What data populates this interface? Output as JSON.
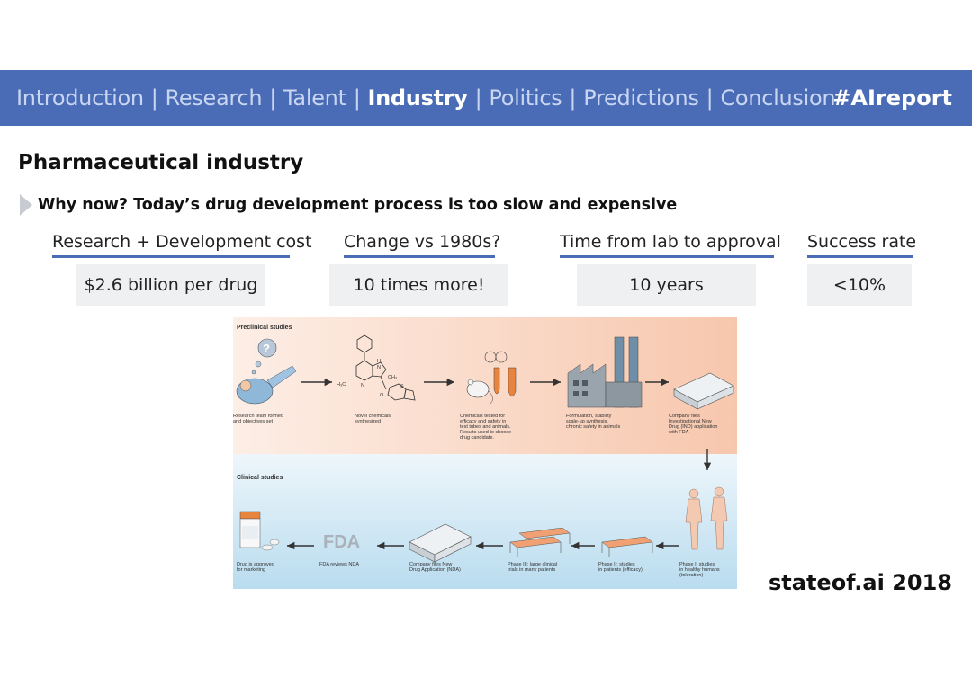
{
  "nav": {
    "items": [
      {
        "label": "Introduction",
        "active": false
      },
      {
        "label": "Research",
        "active": false
      },
      {
        "label": "Talent",
        "active": false
      },
      {
        "label": "Industry",
        "active": true
      },
      {
        "label": "Politics",
        "active": false
      },
      {
        "label": "Predictions",
        "active": false
      },
      {
        "label": "Conclusion",
        "active": false
      }
    ],
    "separator": "|",
    "hashtag": "#AIreport"
  },
  "page": {
    "title": "Pharmaceutical industry",
    "bullet": "Why now? Today’s drug development process is too slow and expensive",
    "footer": "stateof.ai 2018"
  },
  "stats": [
    {
      "label": "Research + Development cost",
      "value": "$2.6 billion per drug"
    },
    {
      "label": "Change vs 1980s?",
      "value": "10 times more!"
    },
    {
      "label": "Time from lab to approval",
      "value": "10 years"
    },
    {
      "label": "Success rate",
      "value": "<10%"
    }
  ],
  "figure": {
    "preclinical_title": "Preclinical studies",
    "clinical_title": "Clinical studies",
    "steps": {
      "research_team": [
        "Research team formed",
        "and objectives set"
      ],
      "novel_chemicals": [
        "Novel chemicals",
        "synthesized"
      ],
      "chemicals_tested": [
        "Chemicals tested for",
        "efficacy and safety in",
        "test tubes and animals.",
        "Results used to choose",
        "drug candidate."
      ],
      "formulation": [
        "Formulation, stability",
        "scale-up synthesis,",
        "chronic safety in animals"
      ],
      "ind": [
        "Company files",
        "Investigational New",
        "Drug (IND) application",
        "with FDA"
      ],
      "phase1": [
        "Phase I: studies",
        "in healthy humans",
        "(toleration)"
      ],
      "phase2": [
        "Phase II: studies",
        "in patients (efficacy)"
      ],
      "phase3": [
        "Phase III: large clinical",
        "trials in many patients"
      ],
      "nda": [
        "Company files New",
        "Drug Application (NDA)"
      ],
      "fda_review": [
        "FDA reviews NDA"
      ],
      "approved": [
        "Drug is approved",
        "for marketing"
      ]
    },
    "fda_logo": "FDA",
    "question_mark": "?",
    "chem_labels": {
      "h": "H",
      "n1": "N",
      "ch3_right": "CH₃",
      "h3c": "H₃C",
      "n2": "N",
      "o": "O",
      "s": "S"
    }
  },
  "colors": {
    "nav_bg": "#4a6bb5",
    "accent": "#4a6bb5",
    "stat_bg": "#eef0f2"
  }
}
